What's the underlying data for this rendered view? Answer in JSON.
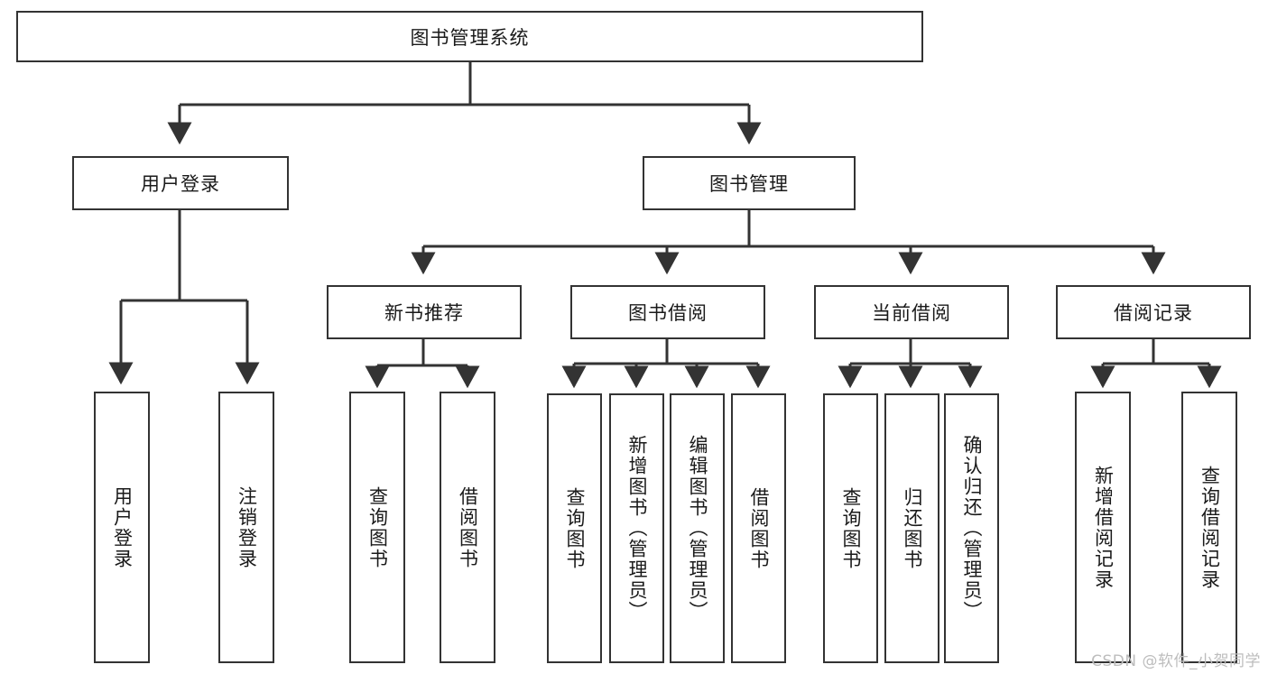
{
  "diagram": {
    "type": "tree",
    "title": "图书管理系统",
    "watermark": "CSDN @软件_小贺同学",
    "colors": {
      "background": "#ffffff",
      "border": "#333333",
      "text": "#1a1a1a",
      "watermark": "#bdbdbd"
    },
    "nodes": {
      "root": "图书管理系统",
      "level2": {
        "user_login": "用户登录",
        "book_manage": "图书管理"
      },
      "level3": {
        "new_book_rec": "新书推荐",
        "book_borrow": "图书借阅",
        "current_borrow": "当前借阅",
        "borrow_record": "借阅记录"
      },
      "leaves": {
        "user_login_1": "用户登录",
        "user_login_2": "注销登录",
        "new_book_1": "查询图书",
        "new_book_2": "借阅图书",
        "borrow_1": "查询图书",
        "borrow_2": "新增图书（管理员）",
        "borrow_3": "编辑图书（管理员）",
        "borrow_4": "借阅图书",
        "current_1": "查询图书",
        "current_2": "归还图书",
        "current_3": "确认归还（管理员）",
        "record_1": "新增借阅记录",
        "record_2": "查询借阅记录"
      }
    }
  }
}
